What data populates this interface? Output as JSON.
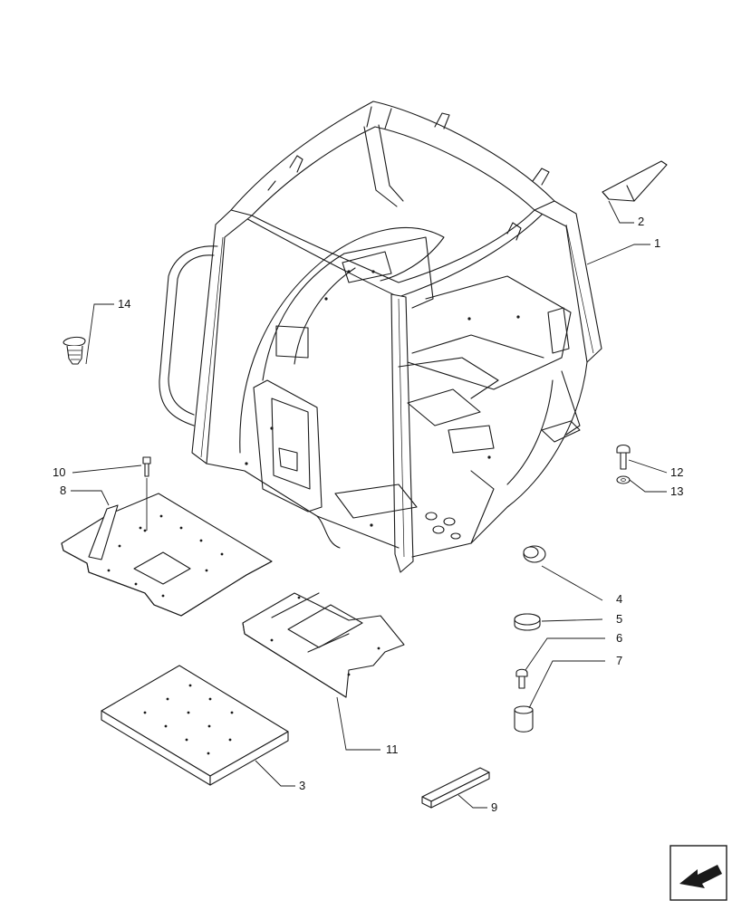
{
  "callouts": [
    {
      "id": "1",
      "label": "1"
    },
    {
      "id": "2",
      "label": "2"
    },
    {
      "id": "3",
      "label": "3"
    },
    {
      "id": "4",
      "label": "4"
    },
    {
      "id": "5",
      "label": "5"
    },
    {
      "id": "6",
      "label": "6"
    },
    {
      "id": "7",
      "label": "7"
    },
    {
      "id": "8",
      "label": "8"
    },
    {
      "id": "9",
      "label": "9"
    },
    {
      "id": "10",
      "label": "10"
    },
    {
      "id": "11",
      "label": "11"
    },
    {
      "id": "12",
      "label": "12"
    },
    {
      "id": "13",
      "label": "13"
    },
    {
      "id": "14",
      "label": "14"
    }
  ],
  "icons": {
    "nav": "back-arrow-icon"
  }
}
